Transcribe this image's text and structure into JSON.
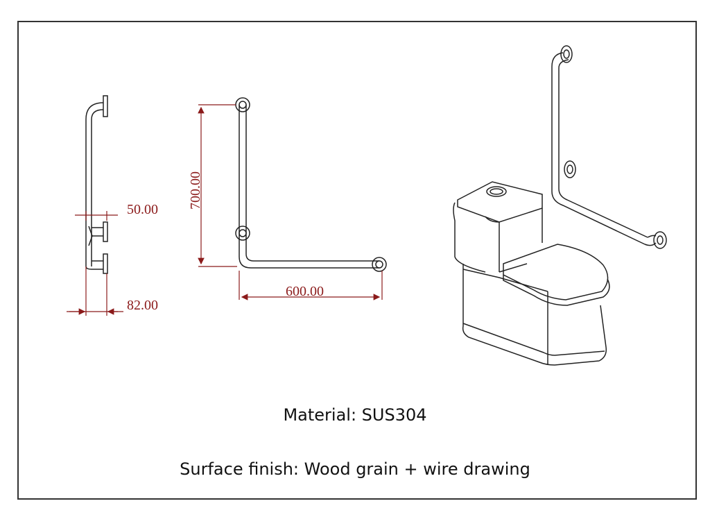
{
  "dimensions": {
    "offset_top": "50.00",
    "offset_depth": "82.00",
    "vertical_length": "700.00",
    "horizontal_length": "600.00"
  },
  "captions": {
    "material": "Material: SUS304",
    "finish": "Surface finish: Wood grain + wire drawing"
  },
  "colors": {
    "line": "#222222",
    "dimension": "#8b1a1a",
    "frame": "#333333"
  }
}
